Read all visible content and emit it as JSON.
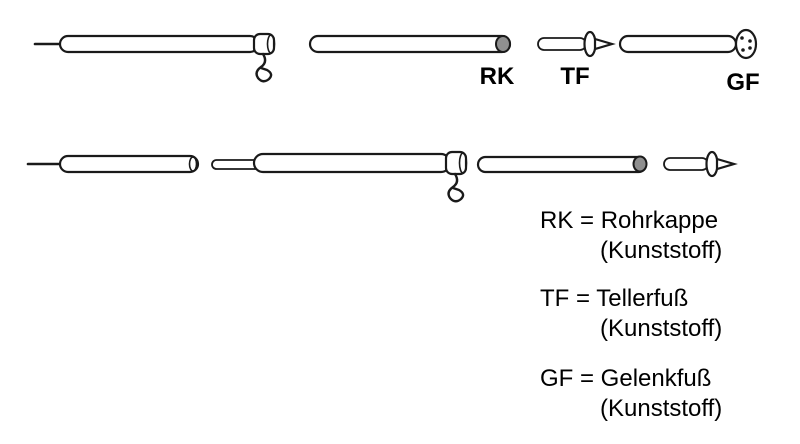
{
  "parts": {
    "rk_label": "RK",
    "tf_label": "TF",
    "gf_label": "GF"
  },
  "legend": {
    "rk": {
      "line1": "RK = Rohrkappe",
      "line2": "(Kunststoff)"
    },
    "tf": {
      "line1": "TF = Tellerfuß",
      "line2": "(Kunststoff)"
    },
    "gf": {
      "line1": "GF = Gelenkfuß",
      "line2": "(Kunststoff)"
    }
  },
  "colors": {
    "line": "#1a1a1a",
    "cap_fill": "#8f8f8f",
    "background": "#ffffff"
  }
}
